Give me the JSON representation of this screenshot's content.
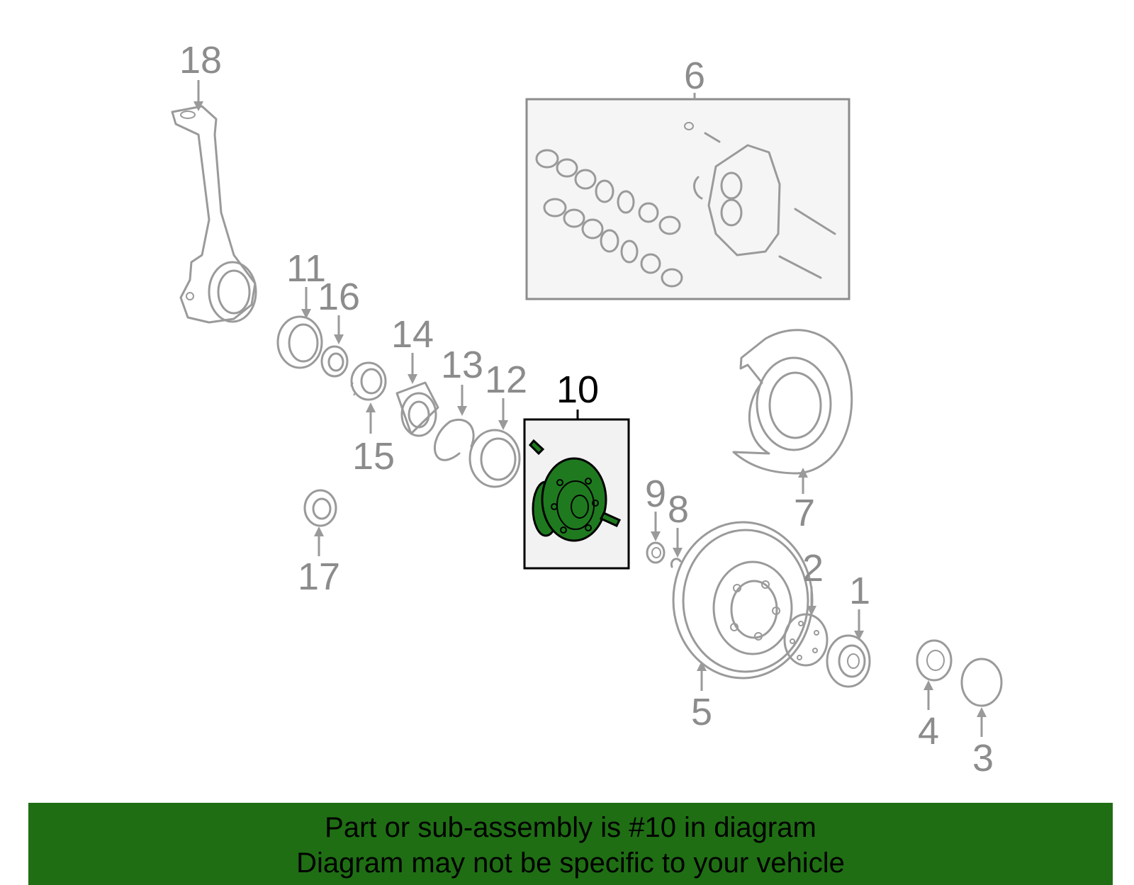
{
  "callouts": {
    "c1": "1",
    "c2": "2",
    "c3": "3",
    "c4": "4",
    "c5": "5",
    "c6": "6",
    "c7": "7",
    "c8": "8",
    "c9": "9",
    "c10": "10",
    "c11": "11",
    "c12": "12",
    "c13": "13",
    "c14": "14",
    "c15": "15",
    "c16": "16",
    "c17": "17",
    "c18": "18"
  },
  "highlighted_part": "10",
  "colors": {
    "highlight": "#1f7a1f",
    "banner": "#1f6e14",
    "part_line": "#9a9a9a"
  },
  "banner": {
    "line1": "Part or sub-assembly is #10 in diagram",
    "line2": "Diagram may not be specific to your vehicle"
  }
}
